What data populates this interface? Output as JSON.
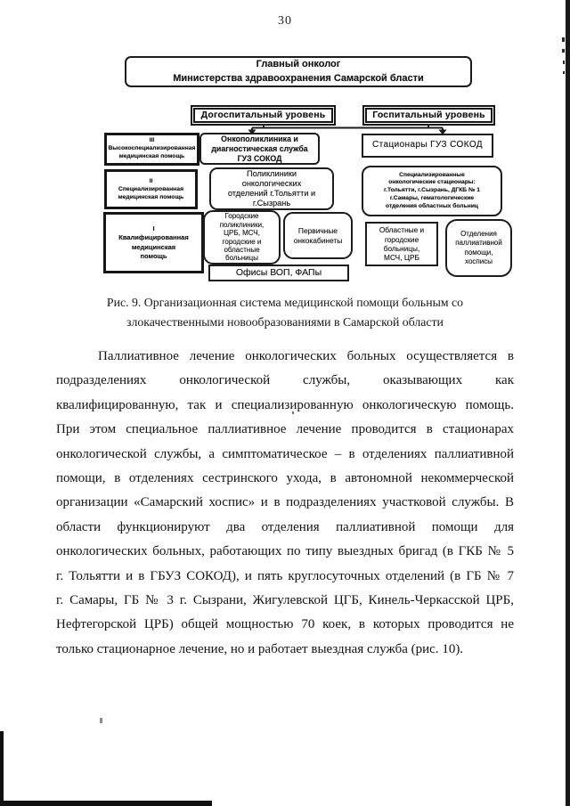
{
  "page_number": "30",
  "figure": {
    "caption": "Рис. 9. Организационная система медицинской помощи больным со\nзлокачественными новообразованиями в Самарской области",
    "chart": {
      "root": "Главный онколог\nМинистерства здравоохранения Самарской бласти",
      "level_prehospital": "Догоспитальный уровень",
      "level_hospital": "Госпитальный уровень",
      "tier3": "III\nВысокоспециализированная\nмедицинская помощь",
      "tier2": "II\nСпециализированная\nмедицинская помощь",
      "tier1": "I\nКвалифицированная\nмедицинская\nпомощь",
      "onco_polyclinic": "Онкополиклиника и\nдиагностическая служба\nГУЗ СОКОД",
      "oncology_polyclinics": "Поликлиники\nонкологических\nотделений г.Тольятти и\nг.Сызрань",
      "city_facilities": "Городские\nполиклиники,\nЦРБ, МСЧ,\nгородские и\nобластные\nбольницы",
      "primary_cabinets": "Первичные\nонкокабинеты",
      "gp_offices": "Офисы ВОП, ФАПы",
      "sokod_hospitals": "Стационары ГУЗ СОКОД",
      "specialized_hospitals": "Специализированные\nонкологические стационары:\nг.Тольятти, г.Сызрань, ДГКБ № 1\nг.Самары, гематологические\nотделения областных больниц",
      "general_hospitals": "Областные и\nгородские\nбольницы,\nМСЧ, ЦРБ",
      "palliative_units": "Отделения\nпаллиативной\nпомощи,\nхосписы"
    }
  },
  "paragraph": {
    "lines": [
      "Паллиативное лечение онкологических больных осуществляется в",
      "подразделениях онкологической службы, оказывающих как",
      "квалифицированную, так и специализированную онкологическую помощь.",
      "При этом специальное паллиативное лечение проводится в стационарах",
      "онкологической службы, а симптоматическое – в отделениях паллиативной",
      "помощи, в отделениях сестринского ухода, в автономной некоммерческой",
      "организации «Самарский хоспис» и в подразделениях участковой службы. В",
      "области функционируют два отделения паллиативной помощи для",
      "онкологических больных, работающих по типу выездных бригад (в ГКБ № 5",
      "г. Тольятти и в ГБУЗ СОКОД), и пять круглосуточных отделений (в ГБ № 7",
      "г. Самары, ГБ № 3 г. Сызрани, Жигулевской ЦГБ, Кинель-Черкасской ЦРБ,",
      "Нефтегорской ЦРБ) общей мощностью 70 коек, в которых проводится не",
      "только стационарное лечение, но и работает выездная служба (рис. 10)."
    ]
  }
}
